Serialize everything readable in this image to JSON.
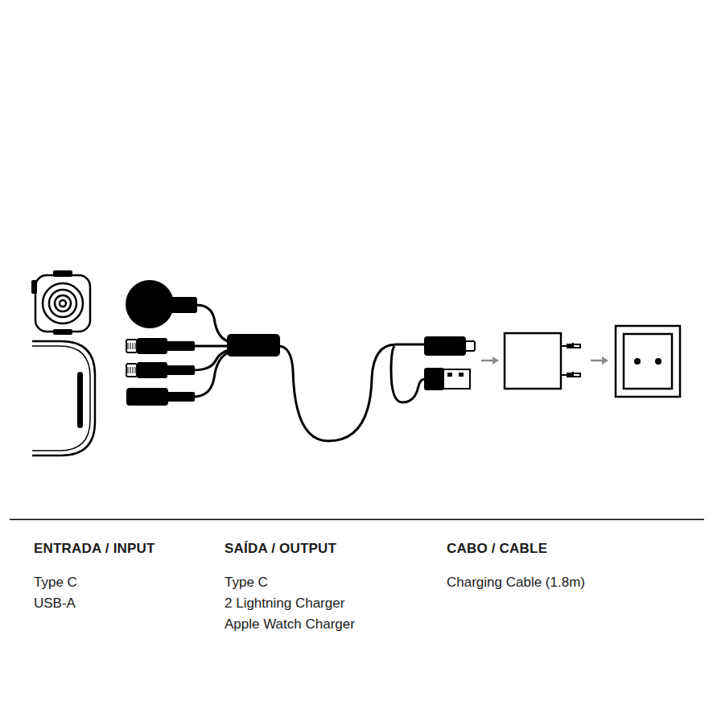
{
  "diagram": {
    "labels": [
      "ENTRADA / INPUT",
      "Type C",
      "USB-A",
      "SAÍDA / OUTPUT",
      "Type C",
      "2 Lightning Charger",
      "Apple Watch Charger",
      "CABO / CABLE",
      "Charging Cable (1.8m)"
    ]
  }
}
